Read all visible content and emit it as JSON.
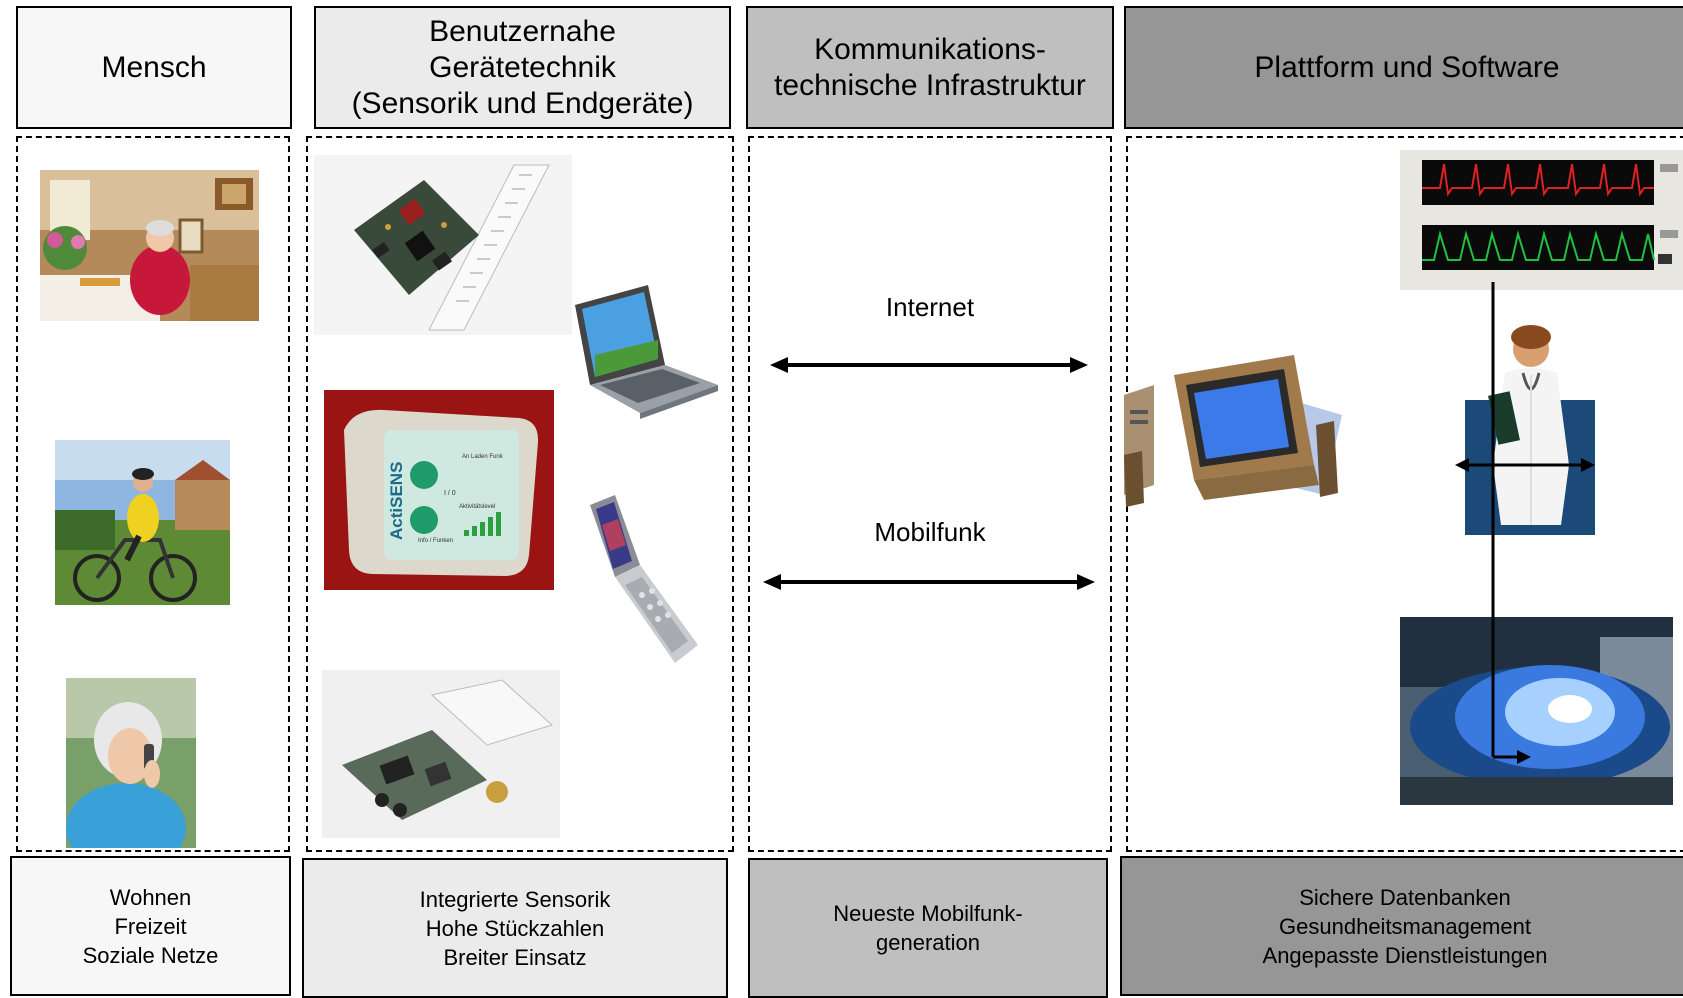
{
  "columns": [
    {
      "header_lines": [
        "Mensch"
      ],
      "footer_lines": [
        "Wohnen",
        "Freizeit",
        "Soziale Netze"
      ]
    },
    {
      "header_lines": [
        "Benutzernahe",
        "Gerätetechnik",
        "(Sensorik und Endgeräte)"
      ],
      "footer_lines": [
        "Integrierte Sensorik",
        "Hohe Stückzahlen",
        "Breiter Einsatz"
      ]
    },
    {
      "header_lines": [
        "Kommunikations-",
        "technische Infrastruktur"
      ],
      "footer_lines": [
        "Neueste Mobilfunk-",
        "generation"
      ]
    },
    {
      "header_lines": [
        "Plattform und Software"
      ],
      "footer_lines": [
        "Sichere Datenbanken",
        "Gesundheitsmanagement",
        "Angepasste Dienstleistungen"
      ]
    }
  ],
  "connections": {
    "internet_label": "Internet",
    "mobilfunk_label": "Mobilfunk"
  },
  "device_labels": {
    "actisens_brand": "ActiSENS",
    "actisens_btn1": "I / 0",
    "actisens_btn2": "Info / Funken",
    "actisens_status": "An\nLaden\nFunk",
    "actisens_level": "Aktivitätslevel"
  },
  "colors": {
    "col1": "#f7f7f7",
    "col2": "#ebebeb",
    "col3": "#bfbfbf",
    "col4": "#969696"
  }
}
